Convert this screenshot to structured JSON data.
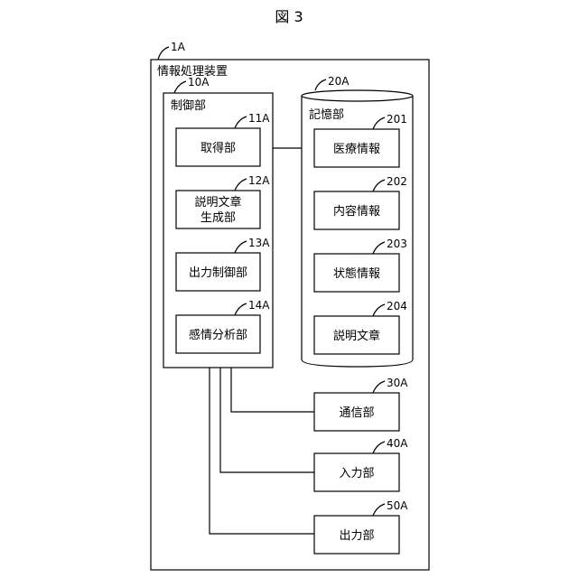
{
  "figure": {
    "title": "図 3"
  },
  "apparatus": {
    "ref": "1A",
    "label": "情報処理装置"
  },
  "control": {
    "ref": "10A",
    "label": "制御部",
    "units": [
      {
        "ref": "11A",
        "lines": [
          "取得部"
        ]
      },
      {
        "ref": "12A",
        "lines": [
          "説明文章",
          "生成部"
        ]
      },
      {
        "ref": "13A",
        "lines": [
          "出力制御部"
        ]
      },
      {
        "ref": "14A",
        "lines": [
          "感情分析部"
        ]
      }
    ]
  },
  "storage": {
    "ref": "20A",
    "label": "記憶部",
    "items": [
      {
        "ref": "201",
        "label": "医療情報"
      },
      {
        "ref": "202",
        "label": "内容情報"
      },
      {
        "ref": "203",
        "label": "状態情報"
      },
      {
        "ref": "204",
        "label": "説明文章"
      }
    ]
  },
  "peripherals": [
    {
      "ref": "30A",
      "label": "通信部"
    },
    {
      "ref": "40A",
      "label": "入力部"
    },
    {
      "ref": "50A",
      "label": "出力部"
    }
  ]
}
